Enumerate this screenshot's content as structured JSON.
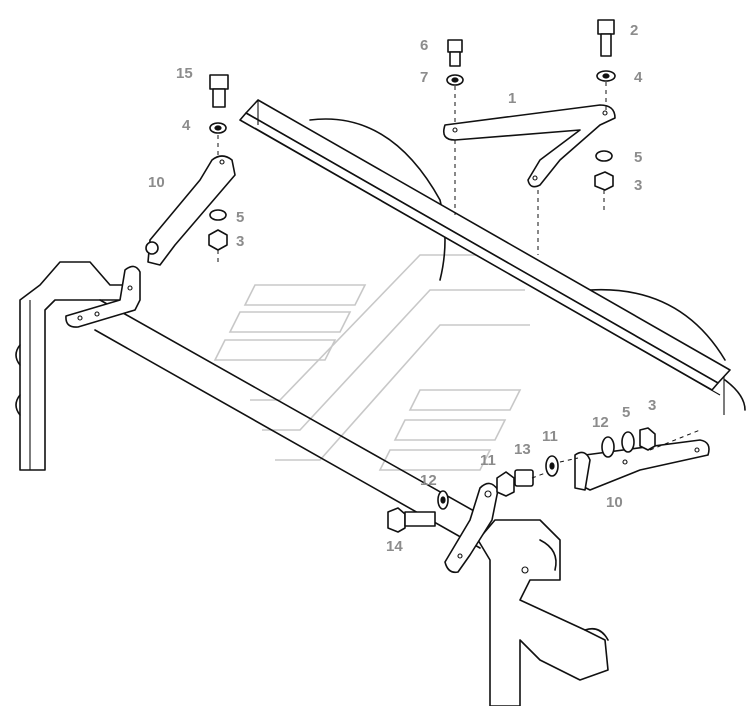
{
  "callouts": {
    "c1": "1",
    "c2": "2",
    "c3a": "3",
    "c3b": "3",
    "c3c": "3",
    "c4a": "4",
    "c4b": "4",
    "c5a": "5",
    "c5b": "5",
    "c5c": "5",
    "c6": "6",
    "c7": "7",
    "c10a": "10",
    "c10b": "10",
    "c11a": "11",
    "c11b": "11",
    "c12a": "12",
    "c12b": "12",
    "c13": "13",
    "c14": "14",
    "c15": "15"
  },
  "colors": {
    "linework": "#111111",
    "callout_text": "#8c8c8c",
    "watermark": "#c8c8c8"
  }
}
